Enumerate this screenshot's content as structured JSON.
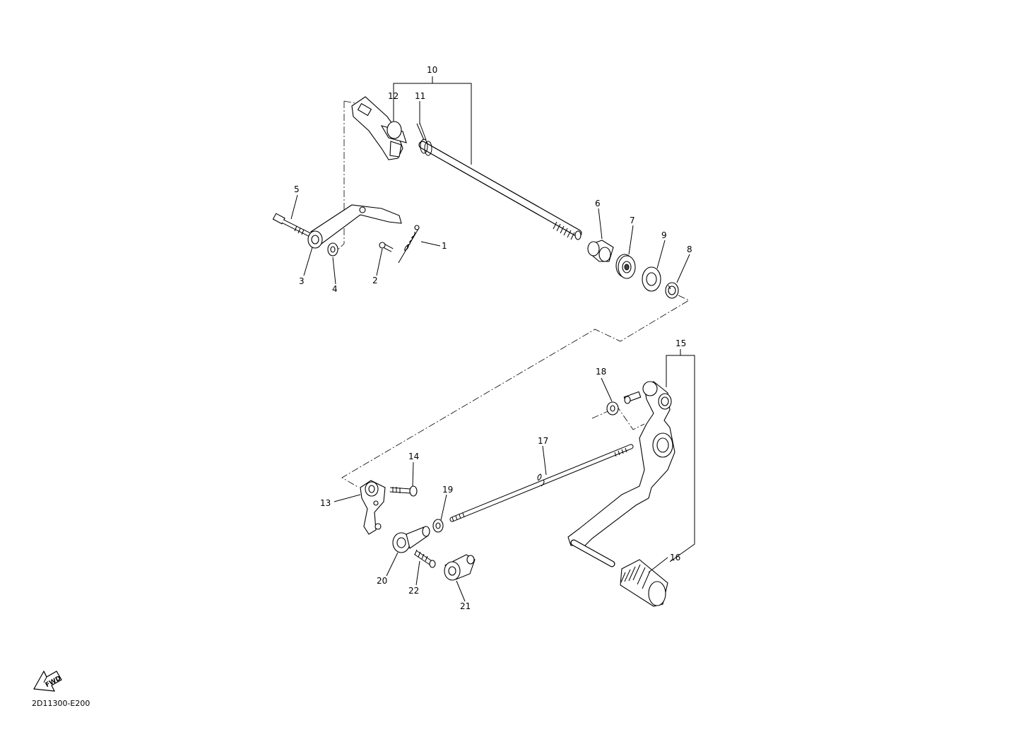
{
  "diagram": {
    "drawing_code": "2D11300-E200",
    "fwd_label": "FWD",
    "part_labels": [
      "1",
      "2",
      "3",
      "4",
      "5",
      "6",
      "7",
      "8",
      "9",
      "10",
      "11",
      "12",
      "13",
      "14",
      "15",
      "16",
      "17",
      "18",
      "19",
      "20",
      "21",
      "22"
    ]
  }
}
